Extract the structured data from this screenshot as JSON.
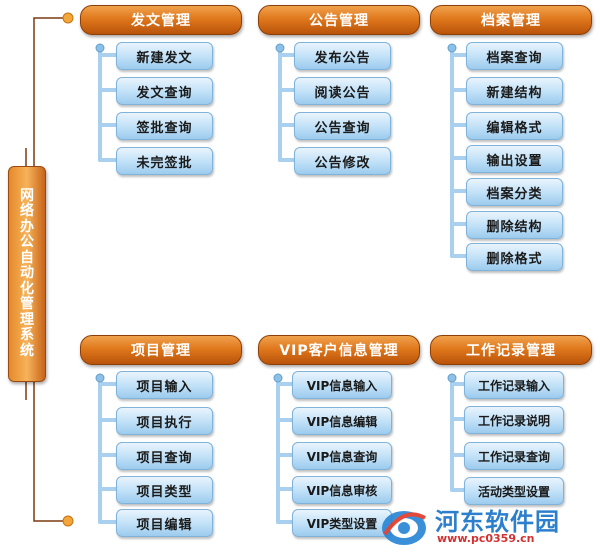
{
  "root": {
    "label": "网络办公自动化管理系统"
  },
  "modules": [
    {
      "title": "发文管理",
      "items": [
        "新建发文",
        "发文查询",
        "签批查询",
        "未完签批"
      ]
    },
    {
      "title": "公告管理",
      "items": [
        "发布公告",
        "阅读公告",
        "公告查询",
        "公告修改"
      ]
    },
    {
      "title": "档案管理",
      "items": [
        "档案查询",
        "新建结构",
        "编辑格式",
        "输出设置",
        "档案分类",
        "删除结构",
        "删除格式"
      ]
    },
    {
      "title": "项目管理",
      "items": [
        "项目输入",
        "项目执行",
        "项目查询",
        "项目类型",
        "项目编辑"
      ]
    },
    {
      "title": "VIP客户信息管理",
      "items": [
        "VIP信息输入",
        "VIP信息编辑",
        "VIP信息查询",
        "VIP信息审核",
        "VIP类型设置"
      ]
    },
    {
      "title": "工作记录管理",
      "items": [
        "工作记录输入",
        "工作记录说明",
        "工作记录查询",
        "活动类型设置"
      ]
    }
  ],
  "watermark": {
    "site_name": "河东软件园",
    "url": "www.pc0359.cn"
  },
  "colors": {
    "header": "#e0781c",
    "item": "#bfe0f7",
    "connector": "#9ec9e8",
    "root_line": "#7a3a10"
  }
}
